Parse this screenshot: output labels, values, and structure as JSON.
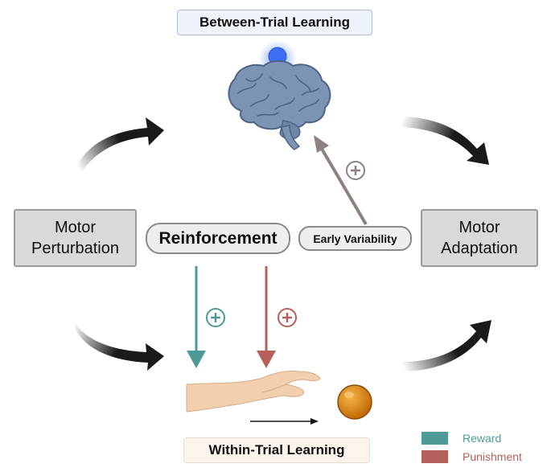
{
  "labels": {
    "between_trial": "Between-Trial Learning",
    "within_trial": "Within-Trial Learning",
    "reinforcement": "Reinforcement",
    "early_variability": "Early Variability",
    "motor_perturbation": [
      "Motor",
      "Perturbation"
    ],
    "motor_adaptation": [
      "Motor",
      "Adaptation"
    ]
  },
  "legend": [
    {
      "label": "Reward",
      "color": "#4e9a97"
    },
    {
      "label": "Punishment",
      "color": "#b5605a"
    }
  ],
  "colors": {
    "reward": "#4e9a97",
    "punishment": "#b5605a",
    "variability": "#8c817e",
    "flow_arrow": "#1a1a1a",
    "brain": "#7d93b3",
    "bulb": "#3d6ef5",
    "ball": "#e08a12",
    "hand": "#f2cfae"
  },
  "icons": [
    "lightbulb-icon",
    "brain-icon",
    "hand-icon",
    "ball-icon",
    "plus-circle-icon"
  ]
}
